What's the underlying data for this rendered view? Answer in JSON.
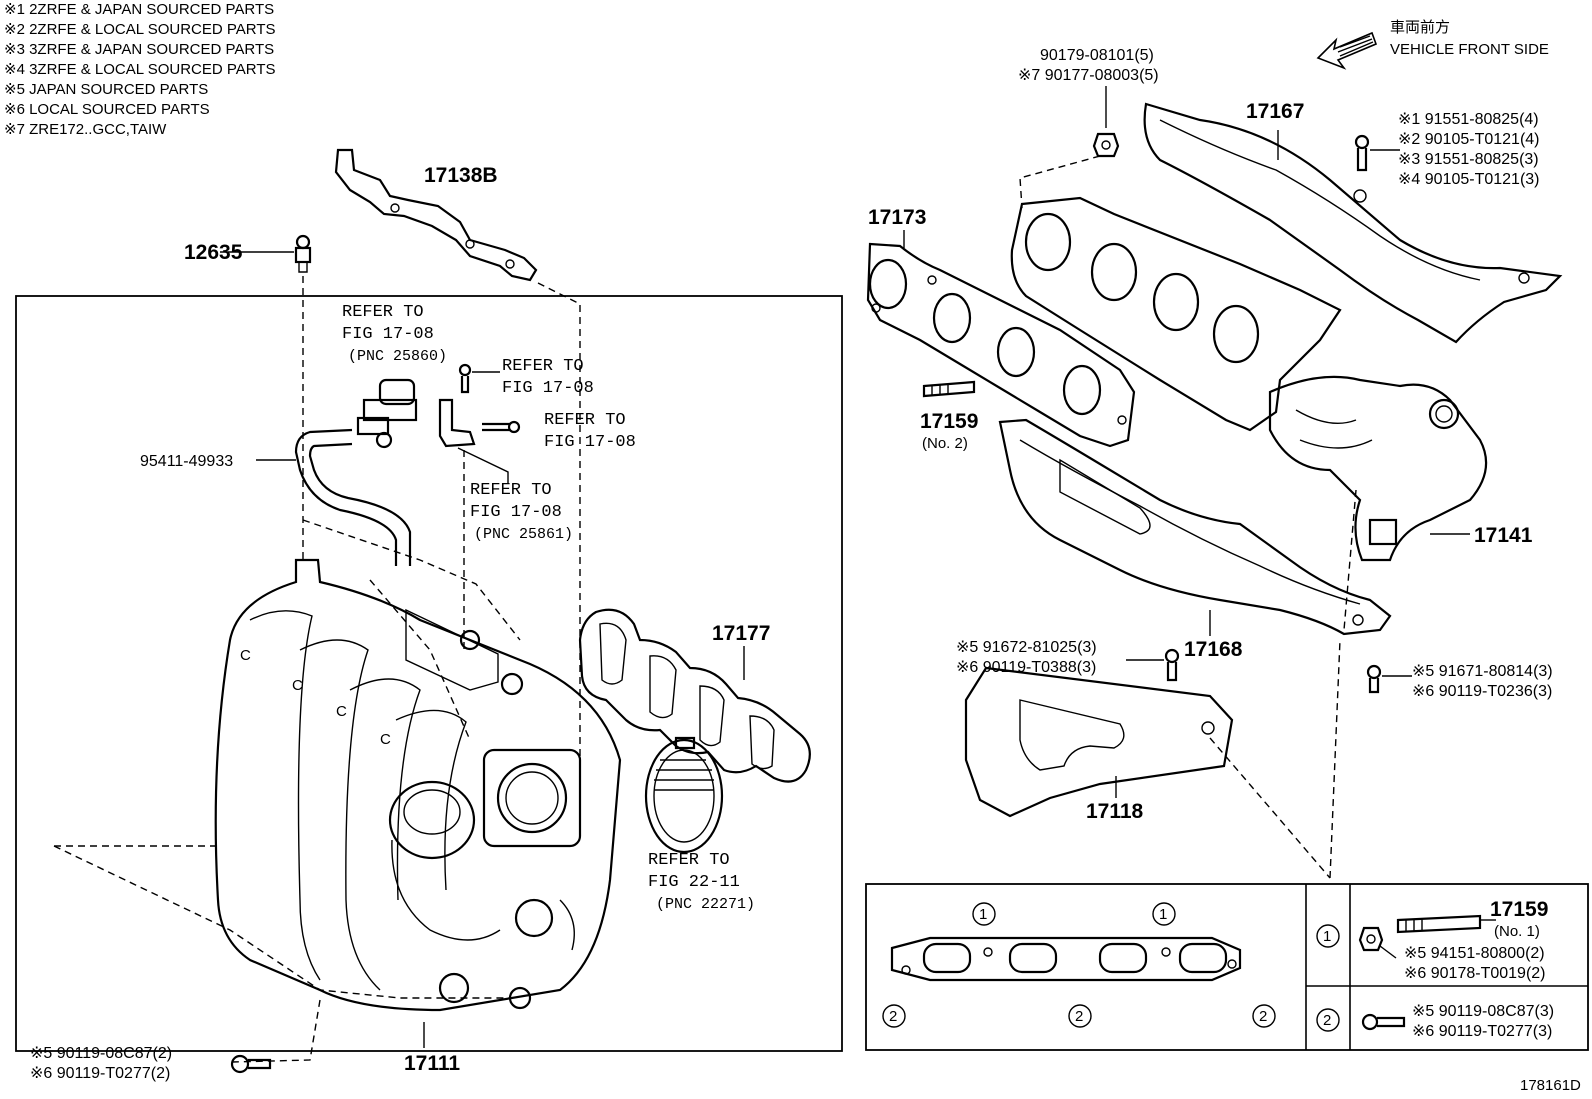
{
  "notes": [
    "※1  2ZRFE & JAPAN SOURCED PARTS",
    "※2  2ZRFE & LOCAL SOURCED PARTS",
    "※3  3ZRFE & JAPAN SOURCED PARTS",
    "※4  3ZRFE & LOCAL SOURCED PARTS",
    "※5  JAPAN SOURCED PARTS",
    "※6  LOCAL SOURCED PARTS",
    "※7  ZRE172..GCC,TAIW"
  ],
  "direction": {
    "jp": "車両前方",
    "en": "VEHICLE FRONT SIDE"
  },
  "parts": {
    "p17138B": "17138B",
    "p12635": "12635",
    "p95411": "95411-49933",
    "p17177": "17177",
    "p17111": "17111",
    "p17173": "17173",
    "p17167": "17167",
    "p17159_2": "17159",
    "p17159_2_sub": "(No. 2)",
    "p17141": "17141",
    "p17168": "17168",
    "p17118": "17118",
    "p17159_1": "17159",
    "p17159_1_sub": "(No. 1)",
    "p90179": "90179-08101(5)",
    "p90177": "※7 90177-08003(5)",
    "n91551a": "※1 91551-80825(4)",
    "n90105a": "※2 90105-T0121(4)",
    "n91551b": "※3 91551-80825(3)",
    "n90105b": "※4 90105-T0121(3)",
    "n91672": "※5 91672-81025(3)",
    "n90119_388": "※6 90119-T0388(3)",
    "n91671": "※5 91671-80814(3)",
    "n90119_236": "※6 90119-T0236(3)",
    "n94151": "※5 94151-80800(2)",
    "n90178": "※6 90178-T0019(2)",
    "n90119_c87r": "※5 90119-08C87(3)",
    "n90119_277r": "※6 90119-T0277(3)",
    "n90119_c87l": "※5 90119-08C87(2)",
    "n90119_277l": "※6 90119-T0277(2)"
  },
  "refs": {
    "r1a": "REFER TO",
    "r1b": "FIG 17-08",
    "r1c": "(PNC 25860)",
    "r2a": "REFER TO",
    "r2b": "FIG 17-08",
    "r3a": "REFER TO",
    "r3b": "FIG 17-08",
    "r4a": "REFER TO",
    "r4b": "FIG 17-08",
    "r4c": "(PNC 25861)",
    "r5a": "REFER TO",
    "r5b": "FIG 22-11",
    "r5c": "(PNC 22271)"
  },
  "markers": {
    "one": "1",
    "two": "2"
  },
  "figure_id": "178161D"
}
